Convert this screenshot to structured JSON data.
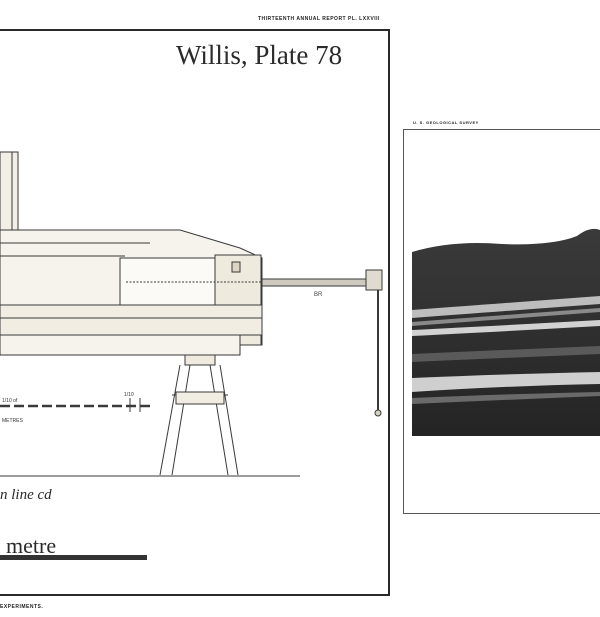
{
  "left_plate": {
    "running_header": "THIRTEENTH ANNUAL REPORT   PL. LXXVIII",
    "plate_title": "Willis, Plate 78",
    "drawing_label": "BR",
    "caption": "n line cd",
    "scale_label": "metre",
    "footer": "EXPERIMENTS."
  },
  "right_plate": {
    "running_header": "U. S. GEOLOGICAL SURVEY"
  },
  "colors": {
    "ink": "#1a1a1a",
    "frame": "#2a2a2a",
    "rock_dark": "#2e2e2e",
    "layer_light": "#cfcfcf"
  }
}
